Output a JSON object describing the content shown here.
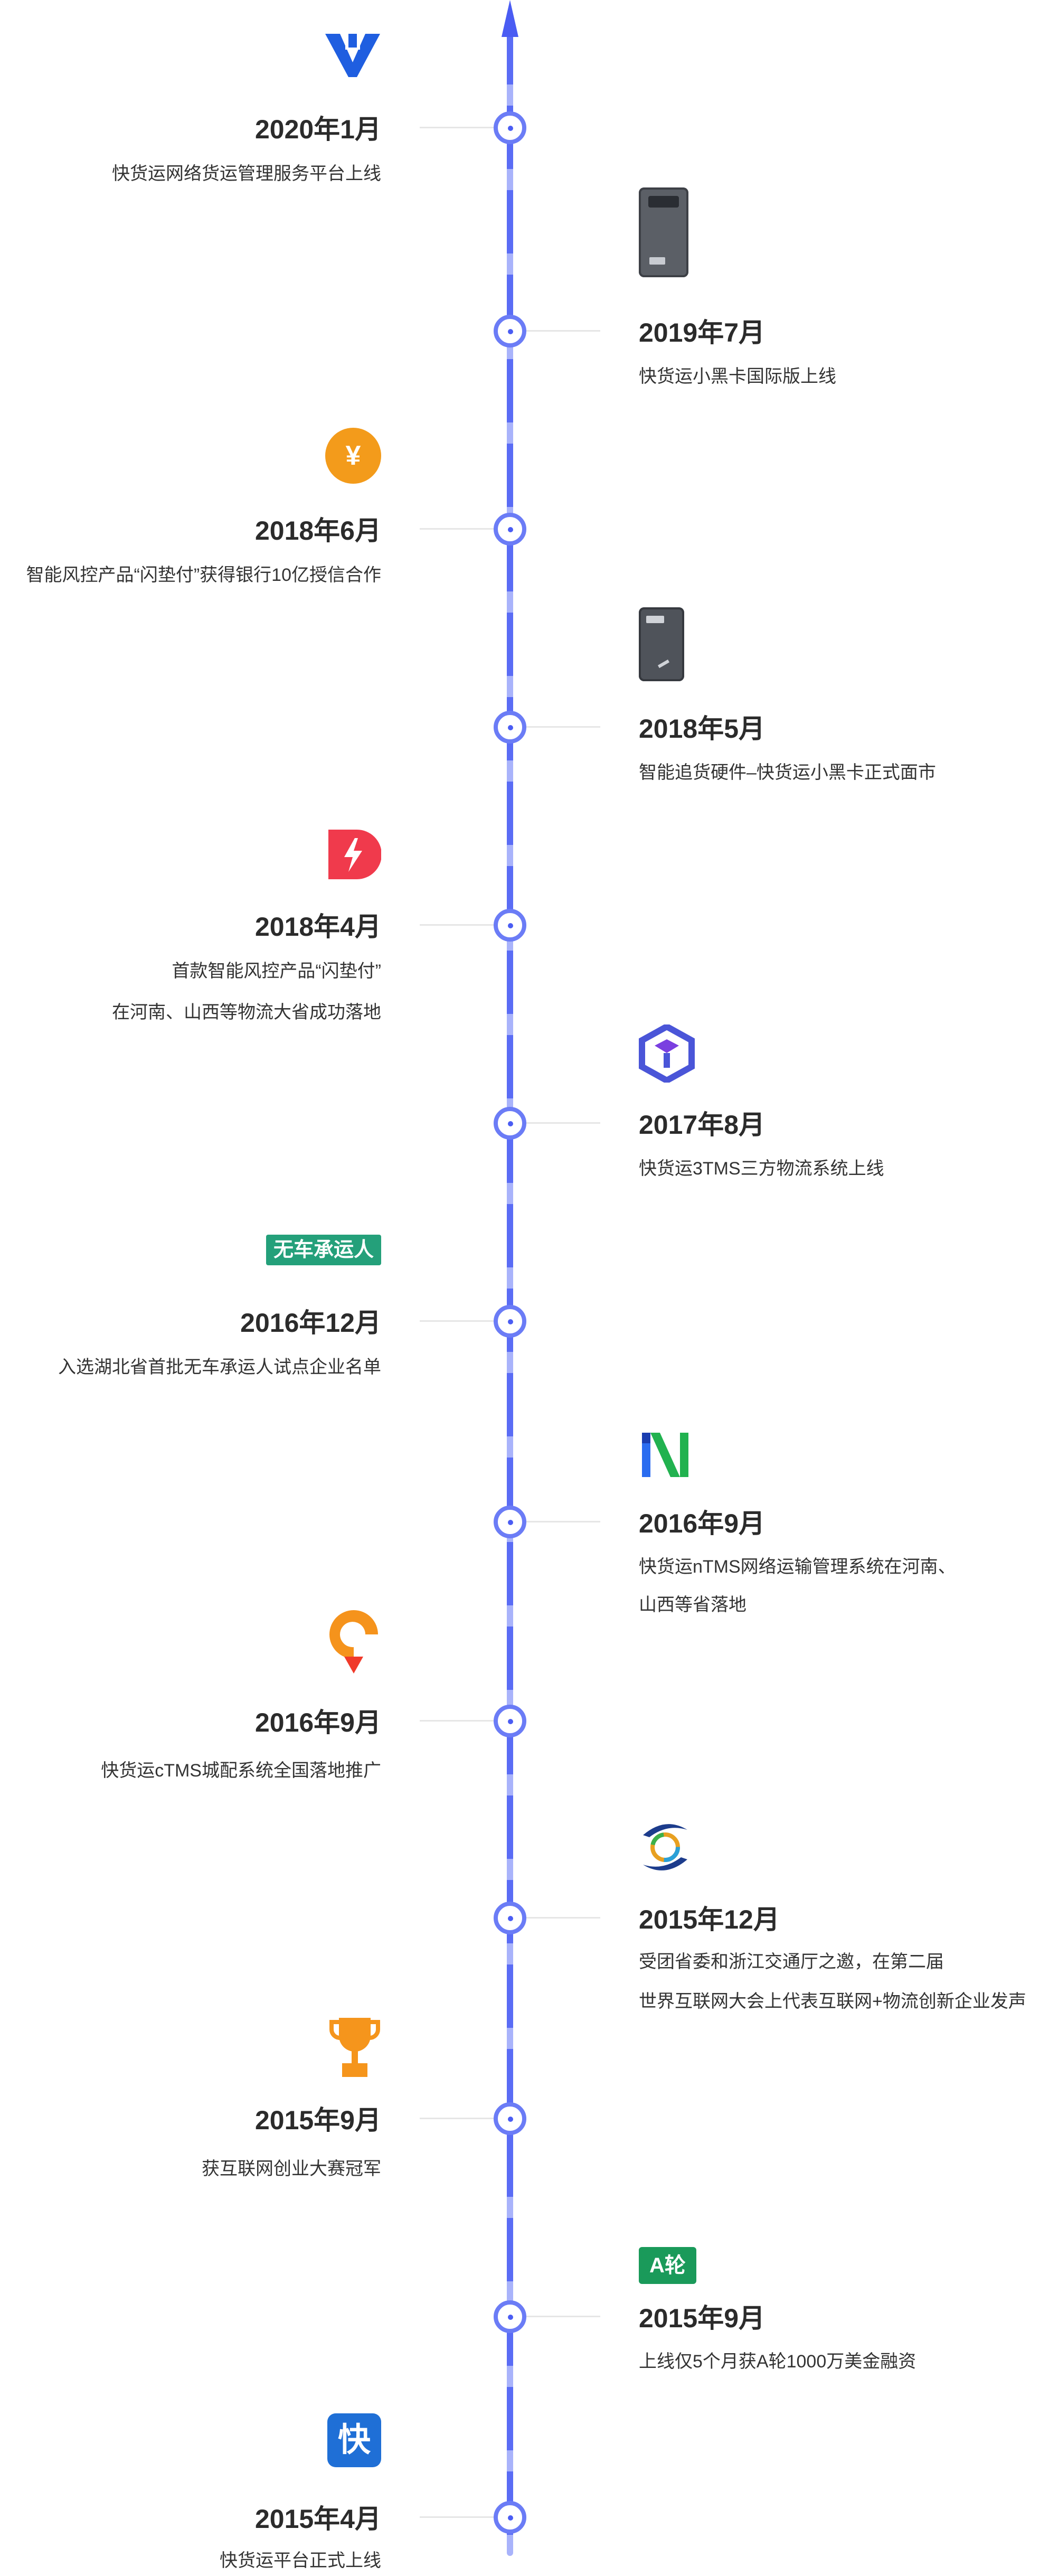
{
  "colors": {
    "axis": "#5a6cf5",
    "axis_light": "#a9b3fb",
    "node": "#6b7cf6",
    "date_text": "#2b2b2b",
    "desc_text": "#333333"
  },
  "events": [
    {
      "date": "2020年1月",
      "lines": [
        "快货运网络货运管理服务平台上线"
      ],
      "icon": "brand-v-logo-icon",
      "side": "left"
    },
    {
      "date": "2019年7月",
      "lines": [
        "快货运小黑卡国际版上线"
      ],
      "icon": "black-card-device-icon",
      "side": "right"
    },
    {
      "date": "2018年6月",
      "lines": [
        "智能风控产品“闪垫付”获得银行10亿授信合作"
      ],
      "icon": "yuan-coin-icon",
      "icon_text": "¥",
      "side": "left"
    },
    {
      "date": "2018年5月",
      "lines": [
        "智能追货硬件–快货运小黑卡正式面市"
      ],
      "icon": "tracker-device-icon",
      "side": "right"
    },
    {
      "date": "2018年4月",
      "lines": [
        "首款智能风控产品“闪垫付”",
        "在河南、山西等物流大省成功落地"
      ],
      "icon": "flash-pay-icon",
      "side": "left"
    },
    {
      "date": "2017年8月",
      "lines": [
        "快货运3TMS三方物流系统上线"
      ],
      "icon": "cube-logo-icon",
      "side": "right"
    },
    {
      "date": "2016年12月",
      "lines": [
        "入选湖北省首批无车承运人试点企业名单"
      ],
      "icon": "carrier-badge-icon",
      "icon_text": "无车承运人",
      "side": "left"
    },
    {
      "date": "2016年9月",
      "lines": [
        "快货运nTMS网络运输管理系统在河南、",
        "山西等省落地"
      ],
      "icon": "ntms-logo-icon",
      "side": "right"
    },
    {
      "date": "2016年9月",
      "lines": [
        "快货运cTMS城配系统全国落地推广"
      ],
      "icon": "ctms-logo-icon",
      "side": "left"
    },
    {
      "date": "2015年12月",
      "lines": [
        "受团省委和浙江交通厅之邀，在第二届",
        "世界互联网大会上代表互联网+物流创新企业发声"
      ],
      "icon": "internet-conference-icon",
      "side": "right"
    },
    {
      "date": "2015年9月",
      "lines": [
        "获互联网创业大赛冠军"
      ],
      "icon": "trophy-icon",
      "side": "left"
    },
    {
      "date": "2015年9月",
      "lines": [
        "上线仅5个月获A轮1000万美金融资"
      ],
      "icon": "round-a-badge-icon",
      "icon_text": "A轮",
      "side": "right"
    },
    {
      "date": "2015年4月",
      "lines": [
        "快货运平台正式上线"
      ],
      "icon": "kuai-logo-icon",
      "icon_text": "快",
      "side": "left"
    }
  ]
}
